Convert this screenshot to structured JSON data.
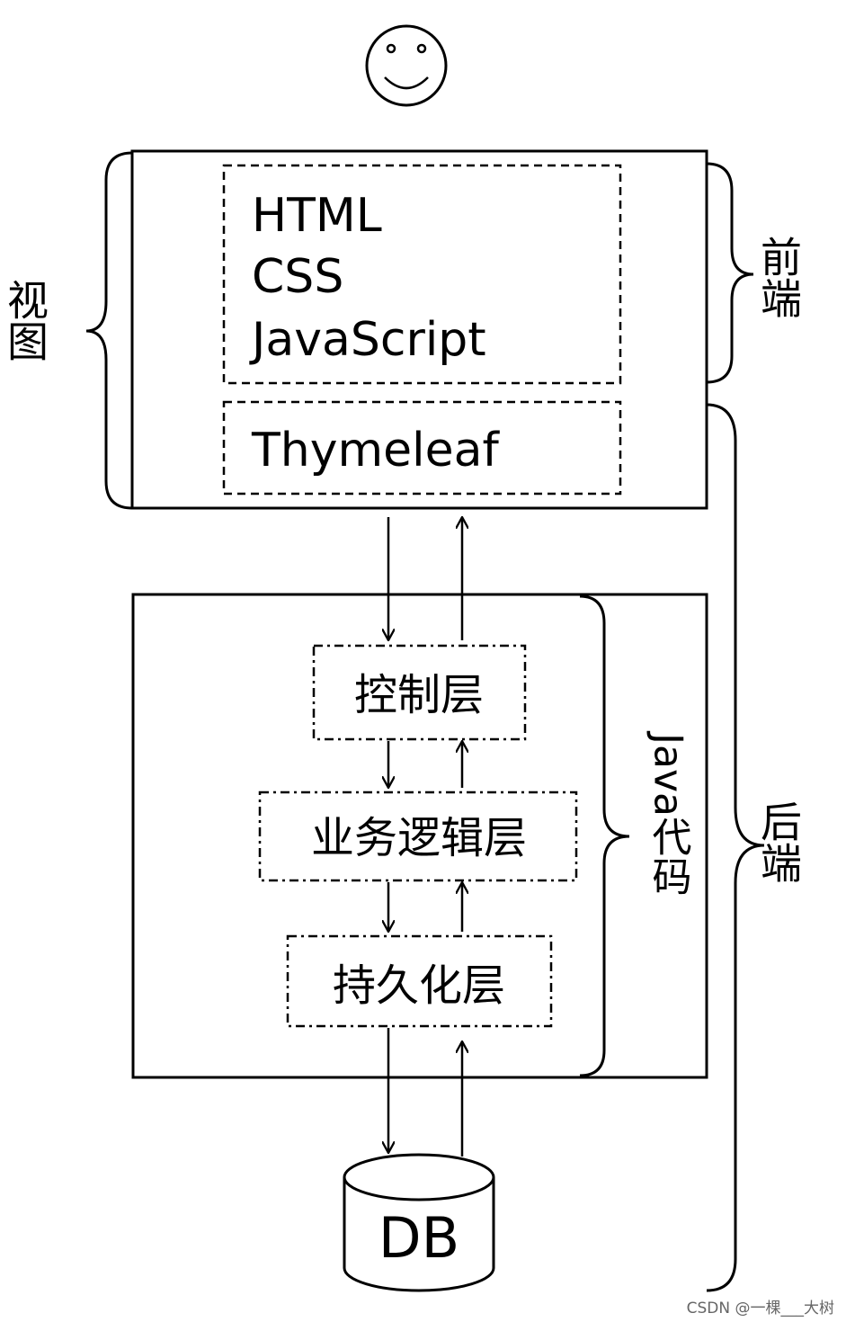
{
  "view_layer": {
    "label_left": "视图",
    "frontend_techs": [
      "HTML",
      "CSS",
      "JavaScript"
    ],
    "template_engine": "Thymeleaf"
  },
  "right_labels": {
    "frontend": "前端",
    "backend": "后端"
  },
  "java_code": {
    "label": "Java代码",
    "layers": [
      "控制层",
      "业务逻辑层",
      "持久化层"
    ]
  },
  "database": {
    "label": "DB"
  },
  "watermark": "CSDN @一棵___大树"
}
